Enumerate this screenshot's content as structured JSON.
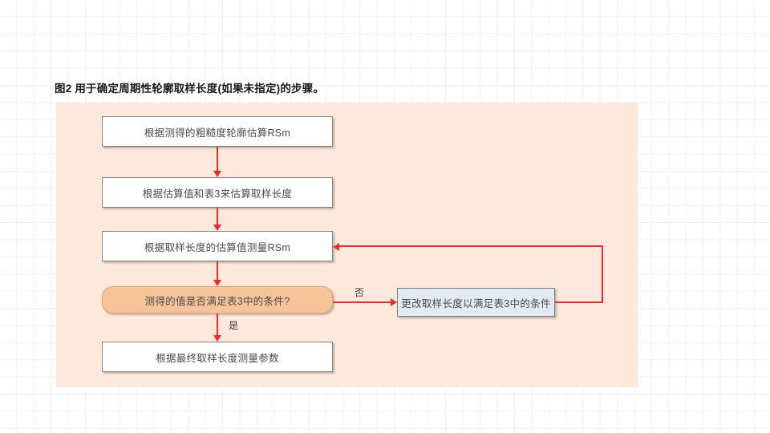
{
  "caption": "图2 用于确定周期性轮廓取样长度(如果未指定)的步骤。",
  "colors": {
    "panel_background": "#FCE9DC",
    "process_fill": "#FFFFFF",
    "process_border": "#8A8278",
    "decision_fill": "#F7C49A",
    "decision_border": "#E0A074",
    "action_fill": "#E3EAF1",
    "action_border": "#7B7B7B",
    "connector": "#EE2B2B",
    "node_text": "#4A4A4A",
    "caption_text": "#1A1A1A",
    "grid_line": "#F0F0F0"
  },
  "flowchart": {
    "nodes": [
      {
        "id": "estimate-rsm",
        "type": "process",
        "label": "根据测得的粗糙度轮廓估算RSm"
      },
      {
        "id": "estimate-len",
        "type": "process",
        "label": "根据估算值和表3来估算取样长度"
      },
      {
        "id": "measure-rsm",
        "type": "process",
        "label": "根据取样长度的估算值测量RSm"
      },
      {
        "id": "check-cond",
        "type": "decision",
        "label": "测得的值是否满足表3中的条件?"
      },
      {
        "id": "final-measure",
        "type": "process",
        "label": "根据最终取样长度测量参数"
      },
      {
        "id": "change-len",
        "type": "action",
        "label": "更改取样长度以满足表3中的条件"
      }
    ],
    "edges": [
      {
        "from": "estimate-rsm",
        "to": "estimate-len",
        "label": ""
      },
      {
        "from": "estimate-len",
        "to": "measure-rsm",
        "label": ""
      },
      {
        "from": "measure-rsm",
        "to": "check-cond",
        "label": ""
      },
      {
        "from": "check-cond",
        "to": "final-measure",
        "label": "是"
      },
      {
        "from": "check-cond",
        "to": "change-len",
        "label": "否"
      },
      {
        "from": "change-len",
        "to": "measure-rsm",
        "label": ""
      }
    ],
    "labels": {
      "yes": "是",
      "no": "否"
    }
  }
}
